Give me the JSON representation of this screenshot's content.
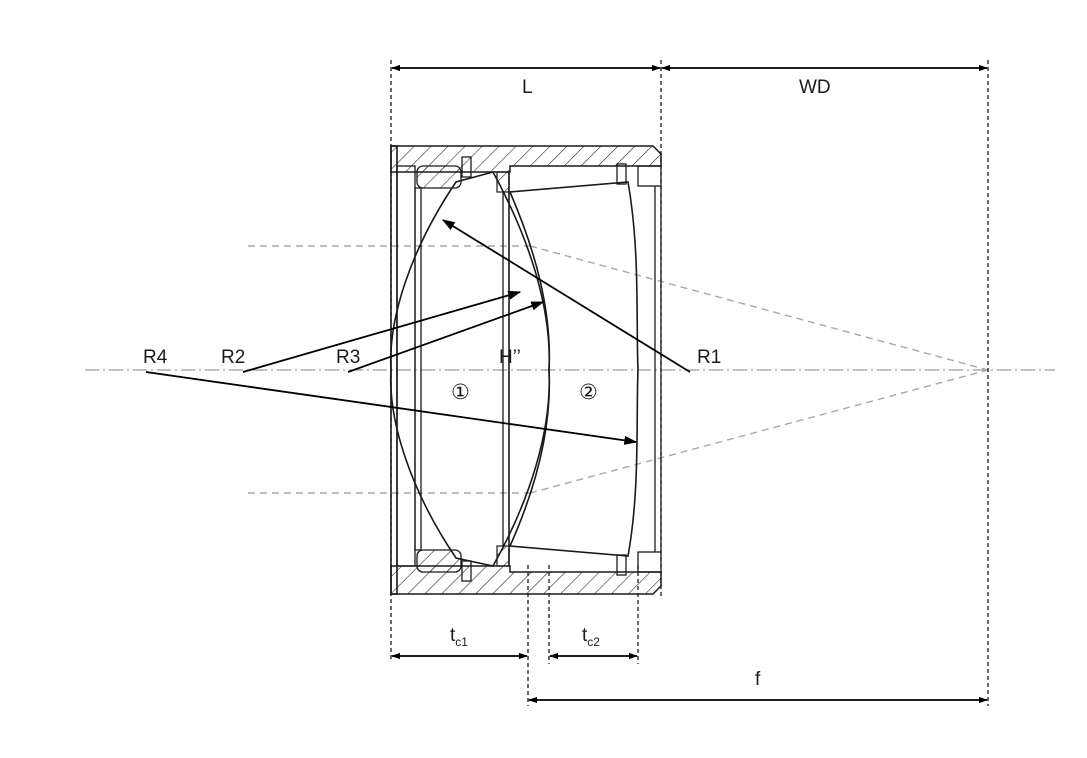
{
  "dimensions": {
    "L": "L",
    "WD": "WD",
    "f": "f",
    "tc1_main": "t",
    "tc1_sub": "c1",
    "tc2_main": "t",
    "tc2_sub": "c2"
  },
  "radii": {
    "R1": "R1",
    "R2": "R2",
    "R3": "R3",
    "R4": "R4"
  },
  "principal_plane": "H’’",
  "lens_markers": {
    "lens1": "①",
    "lens2": "②"
  }
}
